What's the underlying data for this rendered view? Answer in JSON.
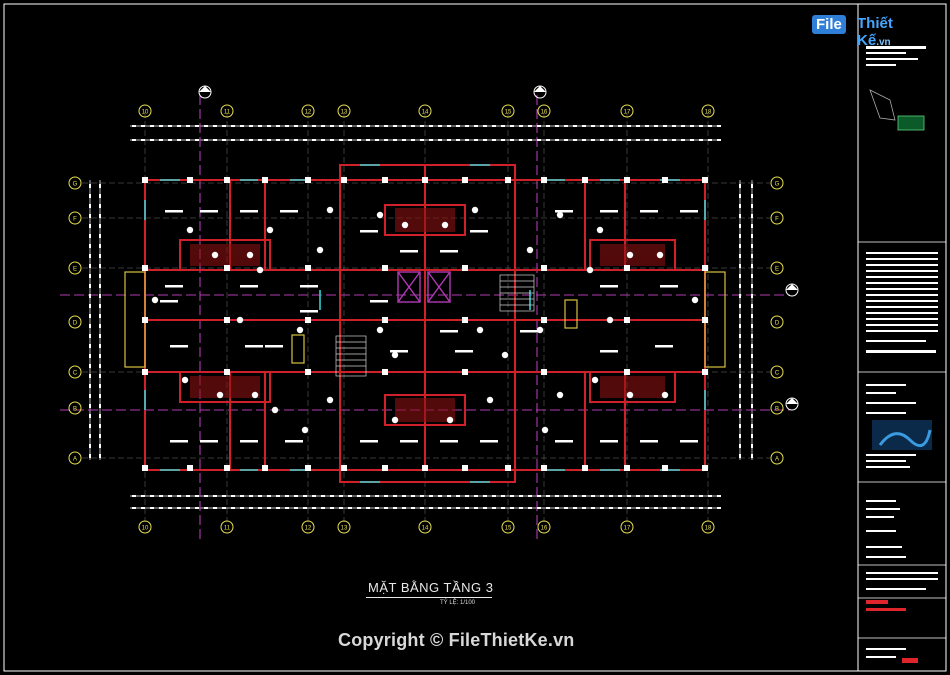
{
  "drawing": {
    "title": "MẶT BẰNG TẦNG 3",
    "scale": "TỶ LỆ: 1/100"
  },
  "axis_labels": {
    "top": [
      "10",
      "11",
      "12",
      "13",
      "14",
      "15",
      "16",
      "17",
      "18"
    ],
    "bottom": [
      "10",
      "11",
      "12",
      "13",
      "14",
      "15",
      "16",
      "17",
      "18"
    ],
    "left": [
      "G",
      "F",
      "E",
      "D",
      "C",
      "B",
      "A"
    ],
    "right": [
      "G",
      "F",
      "E",
      "D",
      "C",
      "B",
      "A"
    ]
  },
  "watermark": {
    "copyright": "Copyright © FileThietKe.vn"
  },
  "logo": {
    "file": "File",
    "rest": "Thiết Kế",
    "domain": ".vn"
  },
  "colors": {
    "background": "#000000",
    "walls": "#d0202a",
    "columns": "#ffffff",
    "grid": "#ffffff",
    "section_line": "#b23ab5",
    "windows": "#33d0d0",
    "stairs": "#d0d0d0",
    "axis_bubble": "#e8e050"
  }
}
